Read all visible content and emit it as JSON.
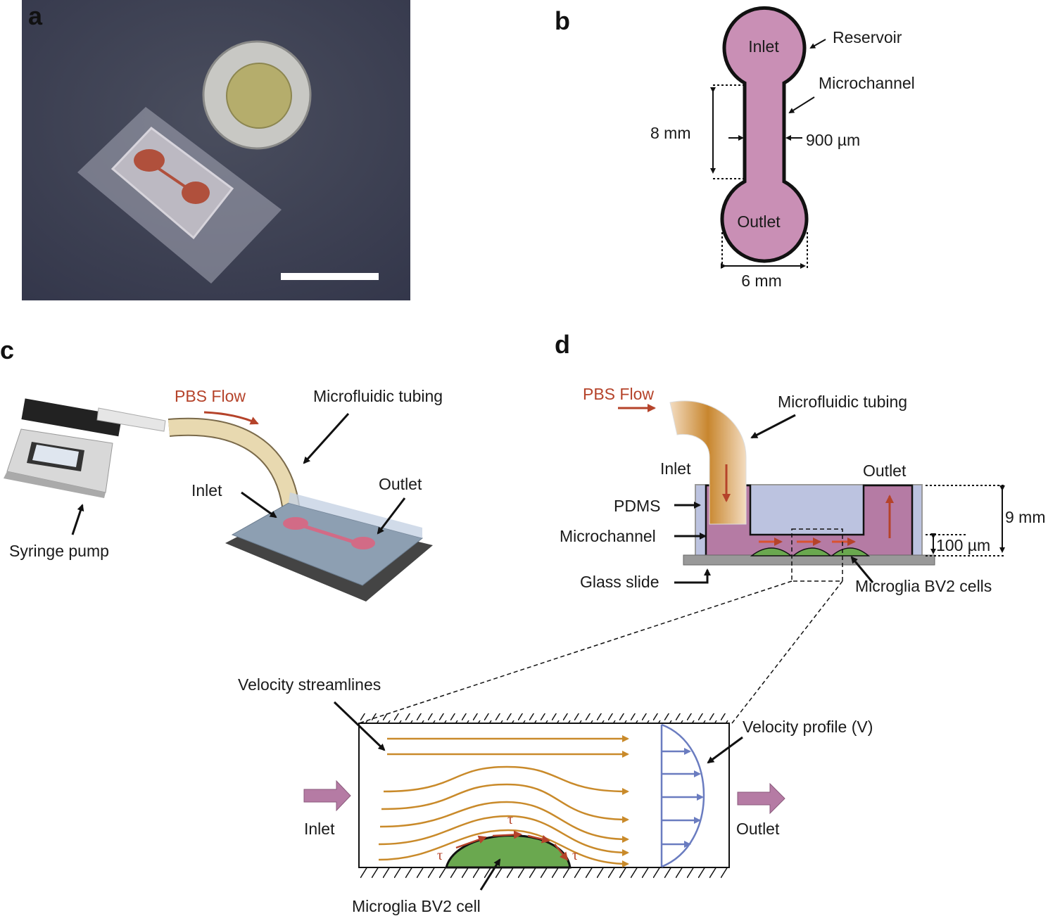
{
  "panels": {
    "a": {
      "label": "a"
    },
    "b": {
      "label": "b",
      "inlet": "Inlet",
      "outlet": "Outlet",
      "reservoir": "Reservoir",
      "microchannel": "Microchannel",
      "length": "8 mm",
      "width": "900 µm",
      "diameter": "6 mm"
    },
    "c": {
      "label": "c",
      "pbs_flow": "PBS Flow",
      "tubing": "Microfluidic tubing",
      "inlet": "Inlet",
      "outlet": "Outlet",
      "pump": "Syringe pump"
    },
    "d": {
      "label": "d",
      "pbs_flow": "PBS Flow",
      "tubing": "Microfluidic tubing",
      "inlet": "Inlet",
      "outlet": "Outlet",
      "pdms": "PDMS",
      "microchannel": "Microchannel",
      "glass": "Glass slide",
      "cells": "Microglia BV2 cells",
      "height": "9 mm",
      "channel_height": "100 µm"
    },
    "e": {
      "streamlines": "Velocity streamlines",
      "profile": "Velocity profile (V)",
      "inlet": "Inlet",
      "outlet": "Outlet",
      "cell": "Microglia BV2 cell",
      "tau": "τ"
    }
  },
  "colors": {
    "medium": "#c98fb5",
    "pdms": "#bcc3e0",
    "flow": "#b5432a",
    "streamline": "#c98a2a",
    "profile": "#6a7cc0",
    "cell": "#6aa84f"
  }
}
